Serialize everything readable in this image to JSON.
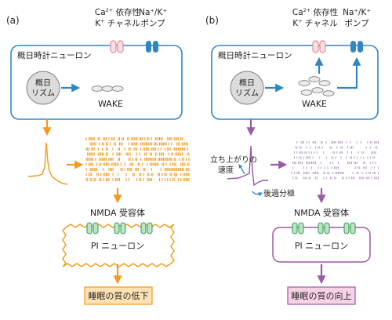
{
  "panel_a": {
    "label": "(a)",
    "ca_channel_label": {
      "line1_pre": "Ca",
      "line1_sup": "2+",
      "line1_post": " 依存性",
      "line2_pre": "K",
      "line2_sup": "+",
      "line2_post": " チャネル"
    },
    "pump_label": {
      "line1": "Na⁺/K⁺",
      "line2": "ポンプ"
    },
    "neuron_title": "概日時計ニューロン",
    "rhythm": {
      "line1": "概日",
      "line2": "リズム"
    },
    "wake": "WAKE",
    "receptor": "NMDA 受容体",
    "pi_neuron": "PI ニューロン",
    "result": "睡眠の質の低下"
  },
  "panel_b": {
    "label": "(b)",
    "ca_channel_label": {
      "line1_pre": "Ca",
      "line1_sup": "2+",
      "line1_post": " 依存性",
      "line2_pre": "K",
      "line2_sup": "+",
      "line2_post": " チャネル"
    },
    "pump_label": {
      "line1": "Na⁺/K⁺",
      "line2": "ポンプ"
    },
    "neuron_title": "概日時計ニューロン",
    "rhythm": {
      "line1": "概日",
      "line2": "リズム"
    },
    "wake": "WAKE",
    "rise_speed": {
      "line1": "立ち上がりの",
      "line2": "速度"
    },
    "afterhyperpolarization": "後過分極",
    "receptor": "NMDA 受容体",
    "pi_neuron": "PI ニューロン",
    "result": "睡眠の質の向上"
  },
  "colors": {
    "blue": "#2f86c6",
    "orange": "#f39a1f",
    "purple": "#9a5aa6",
    "green": "#3aa35a",
    "pink": "#e88a98",
    "result_a_bg": "#fde3b4",
    "result_b_bg": "#f6d3e4"
  }
}
